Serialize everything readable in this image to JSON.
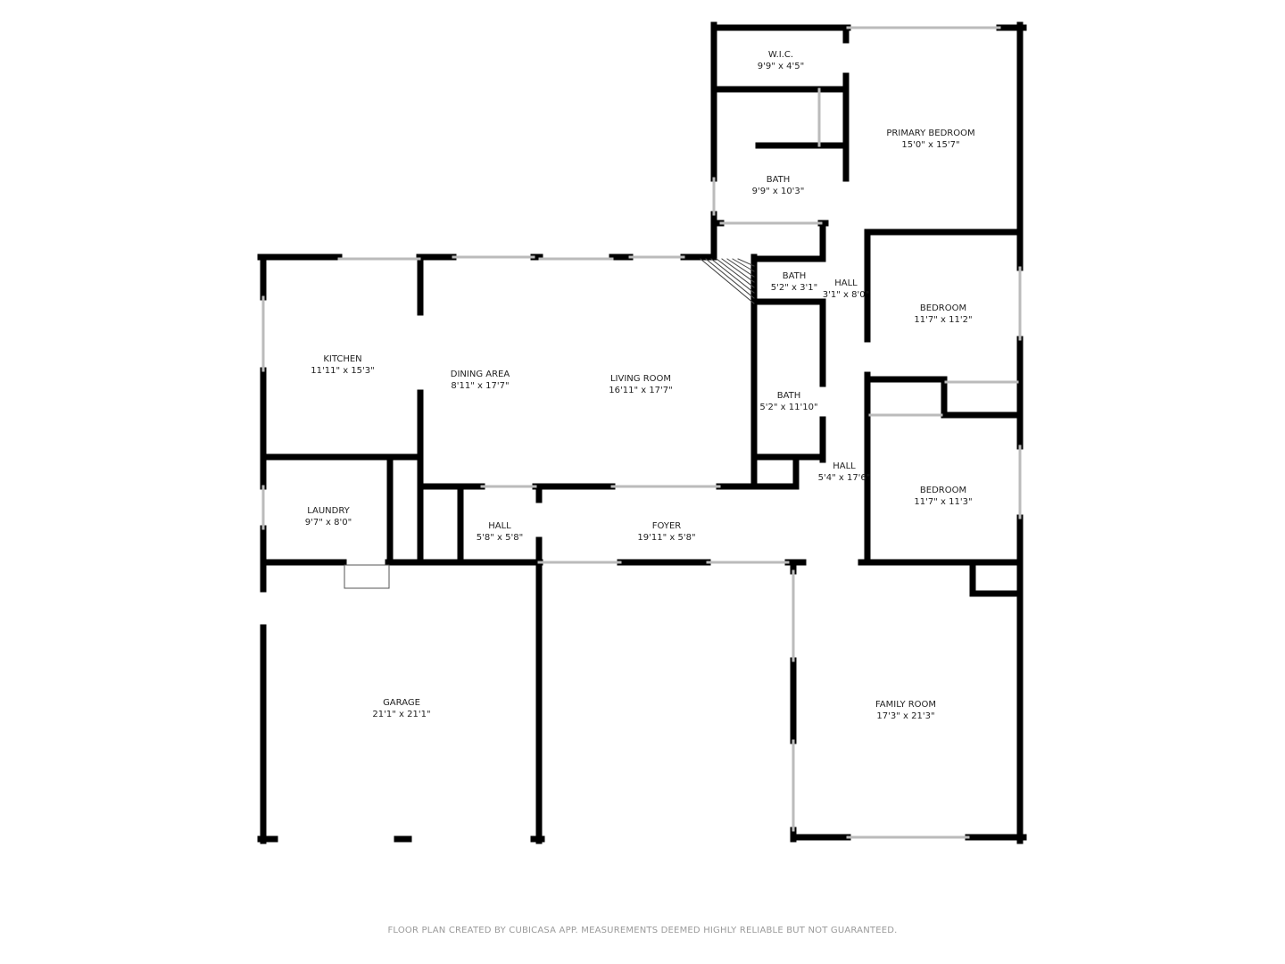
{
  "rooms": [
    {
      "name": "W.I.C.",
      "size": "9'9\" x 4'5\""
    },
    {
      "name": "PRIMARY BEDROOM",
      "size": "15'0\" x 15'7\""
    },
    {
      "name": "BATH",
      "size": "9'9\" x 10'3\""
    },
    {
      "name": "BATH",
      "size": "5'2\" x 3'1\""
    },
    {
      "name": "HALL",
      "size": "3'1\" x 8'0\""
    },
    {
      "name": "BEDROOM",
      "size": "11'7\" x 11'2\""
    },
    {
      "name": "KITCHEN",
      "size": "11'11\" x 15'3\""
    },
    {
      "name": "DINING AREA",
      "size": "8'11\" x 17'7\""
    },
    {
      "name": "LIVING ROOM",
      "size": "16'11\" x 17'7\""
    },
    {
      "name": "BATH",
      "size": "5'2\" x 11'10\""
    },
    {
      "name": "HALL",
      "size": "5'4\" x 17'6\""
    },
    {
      "name": "BEDROOM",
      "size": "11'7\" x 11'3\""
    },
    {
      "name": "LAUNDRY",
      "size": "9'7\" x 8'0\""
    },
    {
      "name": "HALL",
      "size": "5'8\" x 5'8\""
    },
    {
      "name": "FOYER",
      "size": "19'11\" x 5'8\""
    },
    {
      "name": "GARAGE",
      "size": "21'1\" x 21'1\""
    },
    {
      "name": "FAMILY ROOM",
      "size": "17'3\" x 21'3\""
    }
  ],
  "footer": "FLOOR PLAN CREATED BY CUBICASA APP. MEASUREMENTS DEEMED HIGHLY RELIABLE BUT NOT GUARANTEED.",
  "colors": {
    "wall": "#000000",
    "window": "#bbbbbb",
    "text": "#222222",
    "footer": "#9a9a9a"
  }
}
